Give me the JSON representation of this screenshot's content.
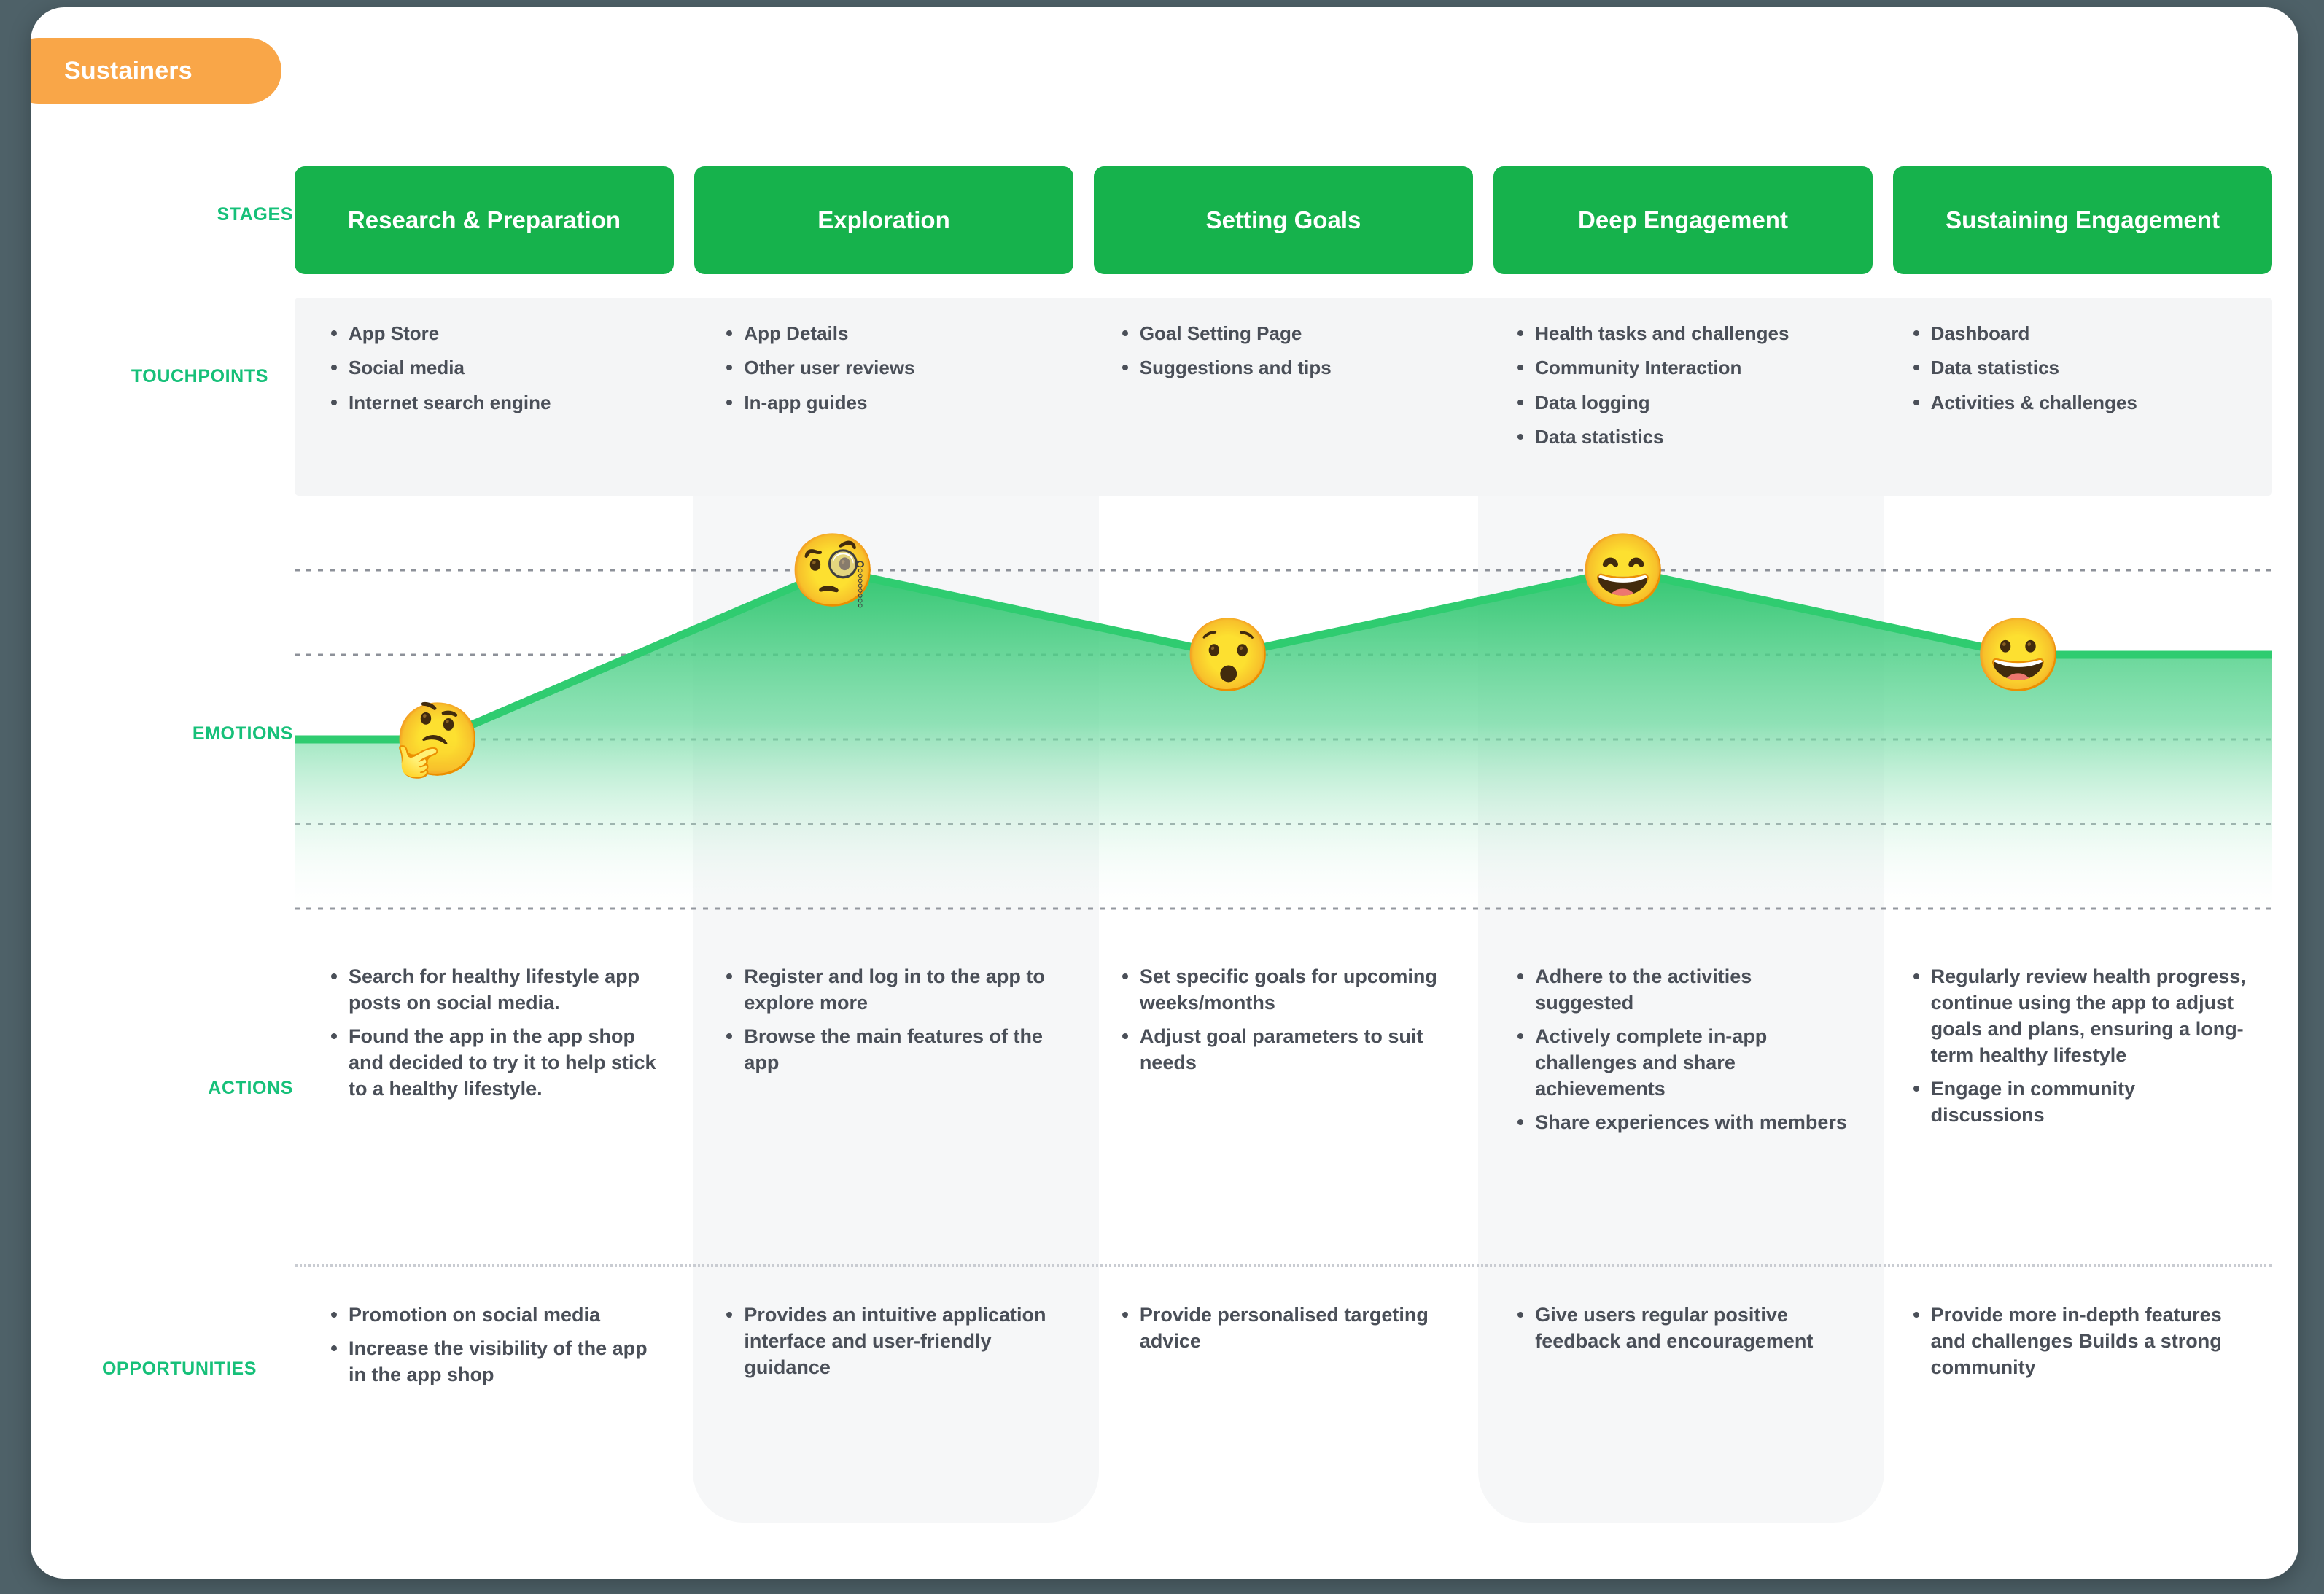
{
  "persona": {
    "label": "Sustainers"
  },
  "row_labels": {
    "stages": "STAGES",
    "touchpoints": "TOUCHPOINTS",
    "emotions": "EMOTIONS",
    "actions": "ACTIONS",
    "opportunities": "OPPORTUNITIES"
  },
  "colors": {
    "persona_pill": "#f9a648",
    "stage_card": "#16b24c",
    "row_label": "#16c079",
    "curve_line": "#2fcc70",
    "curve_fill_top": "#29c46a",
    "body_text": "#4a4f58",
    "band_bg": "#f4f5f6",
    "page_bg": "#4e6168"
  },
  "stages": [
    {
      "label": "Research & Preparation"
    },
    {
      "label": "Exploration"
    },
    {
      "label": "Setting Goals"
    },
    {
      "label": "Deep Engagement"
    },
    {
      "label": "Sustaining Engagement"
    }
  ],
  "touchpoints": [
    {
      "items": [
        "App Store",
        "Social media",
        "Internet search engine"
      ]
    },
    {
      "items": [
        "App Details",
        "Other user reviews",
        "In-app guides"
      ]
    },
    {
      "items": [
        "Goal Setting Page",
        "Suggestions and tips"
      ]
    },
    {
      "items": [
        "Health tasks and challenges",
        "Community Interaction",
        "Data logging",
        "Data statistics"
      ]
    },
    {
      "items": [
        "Dashboard",
        "Data statistics",
        "Activities & challenges"
      ]
    }
  ],
  "actions": [
    {
      "items": [
        "Search for healthy lifestyle app posts on social media.",
        "Found the app in the app shop and decided to try it to help stick to a healthy lifestyle."
      ]
    },
    {
      "items": [
        "Register and log in to the app to explore more",
        "Browse the main features of the app"
      ]
    },
    {
      "items": [
        "Set specific goals for upcoming weeks/months",
        "Adjust goal parameters to suit needs"
      ]
    },
    {
      "items": [
        "Adhere to the activities suggested",
        "Actively complete in-app challenges and share achievements",
        "Share experiences with members"
      ]
    },
    {
      "items": [
        "Regularly review health progress, continue using the app to adjust goals and plans, ensuring a long-term healthy lifestyle",
        "Engage in community discussions"
      ]
    }
  ],
  "opportunities": [
    {
      "items": [
        "Promotion on social media",
        "Increase the visibility of the app in the app shop"
      ]
    },
    {
      "items": [
        "Provides an intuitive application interface and user-friendly guidance"
      ]
    },
    {
      "items": [
        "Provide personalised targeting advice"
      ]
    },
    {
      "items": [
        "Give users regular positive feedback and encouragement"
      ]
    },
    {
      "items": [
        "Provide more in-depth features and challenges Builds a strong community"
      ]
    }
  ],
  "chart_data": {
    "type": "line",
    "title": "Emotions",
    "categories": [
      "Research & Preparation",
      "Exploration",
      "Setting Goals",
      "Deep Engagement",
      "Sustaining Engagement"
    ],
    "values": [
      2,
      4,
      3,
      4,
      3
    ],
    "ylim": [
      0,
      4
    ],
    "grid": true,
    "gridlines": [
      4,
      3,
      2,
      1,
      0
    ],
    "xlabel": "",
    "ylabel": "",
    "legend": "none",
    "emojis": [
      "🤔",
      "🧐",
      "😯",
      "😄",
      "😀"
    ],
    "emoji_names": [
      "thinking-face",
      "monocle-face",
      "hushed-face",
      "grinning-face-smiling-eyes",
      "grinning-face"
    ]
  }
}
